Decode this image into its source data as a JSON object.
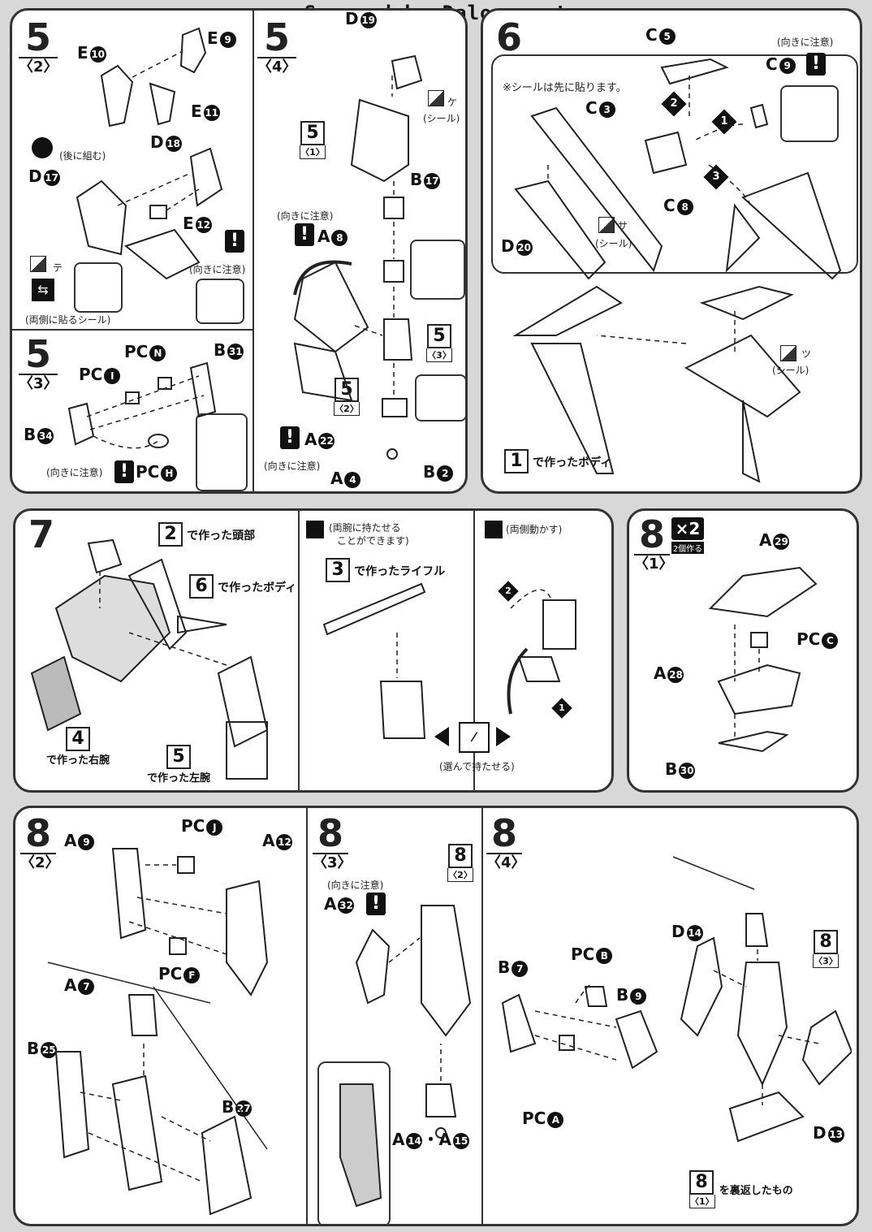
{
  "banner": "Scanned by Dalong.net",
  "p5_2": {
    "step": "5",
    "sub": "〈2〉",
    "labels": [
      "E",
      "E",
      "E",
      "D",
      "D",
      "E"
    ],
    "nums": [
      "10",
      "9",
      "11",
      "18",
      "17",
      "12"
    ],
    "note_back": "(後に組む)",
    "sticker_te": "テ",
    "note_double": "(両側に貼るシール)",
    "note_dir": "(向きに注意)"
  },
  "p5_3": {
    "step": "5",
    "sub": "〈3〉",
    "pc_n": "PC",
    "pc_n_letter": "N",
    "pc_i": "PC",
    "pc_i_letter": "I",
    "b31": "B",
    "b31_num": "31",
    "b34": "B",
    "b34_num": "34",
    "note_dir": "(向きに注意)",
    "pc_h": "PC",
    "pc_h_letter": "H"
  },
  "p5_4": {
    "step": "5",
    "sub": "〈4〉",
    "d19": "D",
    "d19_num": "19",
    "sticker_ke": "ケ",
    "sticker_label": "(シール)",
    "ref51_n": "5",
    "ref51_s": "〈1〉",
    "b17": "B",
    "b17_num": "17",
    "note_dir": "(向きに注意)",
    "a8": "A",
    "a8_num": "8",
    "ref53_n": "5",
    "ref53_s": "〈3〉",
    "ref52_n": "5",
    "ref52_s": "〈2〉",
    "a22": "A",
    "a22_num": "22",
    "note_dir2": "(向きに注意)",
    "a4": "A",
    "a4_num": "4",
    "b2": "B",
    "b2_num": "2"
  },
  "p6": {
    "step": "6",
    "c5": "C",
    "c5_num": "5",
    "note_dir": "(向きに注意)",
    "c9": "C",
    "c9_num": "9",
    "note_sticker_first": "※シールは先に貼ります。",
    "c3": "C",
    "c3_num": "3",
    "c8": "C",
    "c8_num": "8",
    "d20": "D",
    "d20_num": "20",
    "sticker_sa": "サ",
    "sticker_label": "(シール)",
    "sticker_tsu": "ツ",
    "sticker_label2": "(シール)",
    "ref1_n": "1",
    "ref1_text": "で作ったボディ"
  },
  "p7": {
    "step": "7",
    "head_n": "2",
    "head_text": "で作った頭部",
    "body_n": "6",
    "body_text": "で作ったボディ",
    "rarm_n": "4",
    "rarm_text": "で作った右腕",
    "larm_n": "5",
    "larm_text": "で作った左腕",
    "both_hold": "(両腕に持たせる",
    "both_hold2": "ことができます)",
    "rifle_n": "3",
    "rifle_text": "で作ったライフル",
    "both_move": "(両側動かす)",
    "choose": "(選んで持たせる)"
  },
  "p8_1": {
    "step": "8",
    "sub": "〈1〉",
    "x2": "×2",
    "x2_text": "2個作る",
    "a29": "A",
    "a29_num": "29",
    "pc_c": "PC",
    "pc_c_letter": "C",
    "a28": "A",
    "a28_num": "28",
    "b30": "B",
    "b30_num": "30"
  },
  "p8_2": {
    "step": "8",
    "sub": "〈2〉",
    "a9": "A",
    "a9_num": "9",
    "pc_j": "PC",
    "pc_j_letter": "J",
    "a12": "A",
    "a12_num": "12",
    "pc_f": "PC",
    "pc_f_letter": "F",
    "a7": "A",
    "a7_num": "7",
    "b25": "B",
    "b25_num": "25",
    "b27": "B",
    "b27_num": "27"
  },
  "p8_3": {
    "step": "8",
    "sub": "〈3〉",
    "ref82_n": "8",
    "ref82_s": "〈2〉",
    "note_dir": "(向きに注意)",
    "a32": "A",
    "a32_num": "32",
    "a14": "A",
    "a14_num": "14",
    "dot": "・",
    "a15": "A",
    "a15_num": "15"
  },
  "p8_4": {
    "step": "8",
    "sub": "〈4〉",
    "d14": "D",
    "d14_num": "14",
    "ref83_n": "8",
    "ref83_s": "〈3〉",
    "b7": "B",
    "b7_num": "7",
    "pc_b": "PC",
    "pc_b_letter": "B",
    "b9": "B",
    "b9_num": "9",
    "pc_a": "PC",
    "pc_a_letter": "A",
    "d13": "D",
    "d13_num": "13",
    "ref81_n": "8",
    "ref81_s": "〈1〉",
    "ref81_text": "を裏返したもの"
  },
  "icons": [
    "warning-icon",
    "rotate-arrow-icon",
    "sticker-icon"
  ]
}
